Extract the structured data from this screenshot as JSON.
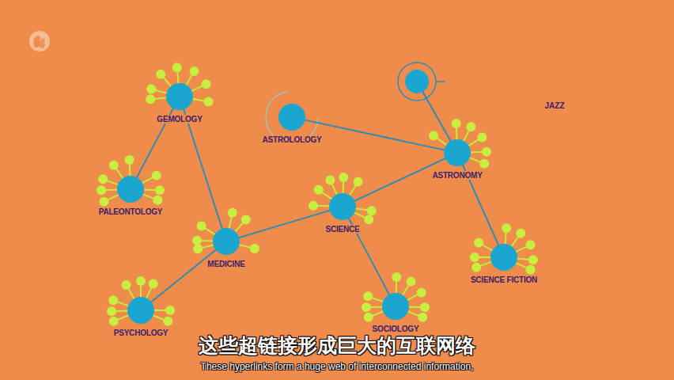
{
  "diagram": {
    "nodes": [
      {
        "text": [
          "GEMOLOGY"
        ]
      },
      {
        "text": [
          "ASTROLOLOGY"
        ]
      },
      {
        "text": [
          "ASTRONOMY"
        ]
      },
      {
        "text": [
          "PALEONTOLOGY"
        ]
      },
      {
        "text": [
          "SCIENCE"
        ]
      },
      {
        "text": [
          "MEDICINE"
        ]
      },
      {
        "text": [
          "SCIENCE FICTION"
        ]
      },
      {
        "text": [
          "SOCIOLOGY"
        ]
      },
      {
        "text": [
          "PSYCHOLOGY"
        ]
      }
    ],
    "edges": [
      {
        "from": 0,
        "to": 3,
        "arrow": "none"
      },
      {
        "from": 0,
        "to": 5,
        "arrow": "none"
      },
      {
        "from": 1,
        "to": 2,
        "arrow": "none"
      },
      {
        "from": 4,
        "to": 2,
        "arrow": "none"
      },
      {
        "from": 2,
        "to": 6,
        "arrow": "none"
      },
      {
        "from": 5,
        "to": 4,
        "arrow": "none"
      },
      {
        "from": 4,
        "to": 7,
        "arrow": "none"
      },
      {
        "from": 5,
        "to": 8,
        "arrow": "none"
      }
    ],
    "labels": [
      "JAZZ",
      "这些超链接形成巨大的互联网络",
      "These hyperlinks form a huge web of interconnected information,"
    ]
  }
}
